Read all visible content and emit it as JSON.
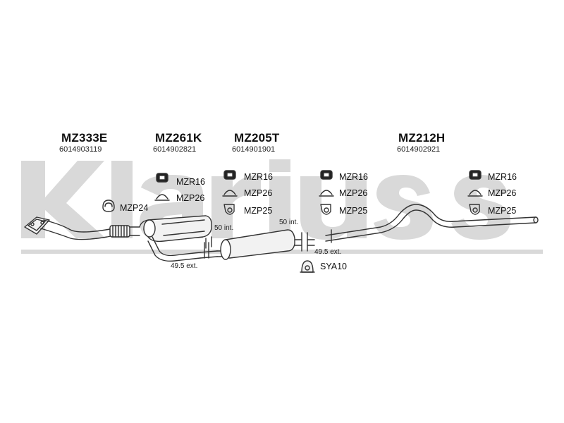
{
  "brand": "Klarius",
  "parts": [
    {
      "code": "MZ333E",
      "number": "6014903119"
    },
    {
      "code": "MZ261K",
      "number": "6014902821"
    },
    {
      "code": "MZ205T",
      "number": "6014901901"
    },
    {
      "code": "MZ212H",
      "number": "6014902921"
    }
  ],
  "accessories": {
    "g1": [
      "MZR16",
      "MZP26"
    ],
    "g2": [
      "MZR16",
      "MZP26",
      "MZP25"
    ],
    "g3": [
      "MZR16",
      "MZP26",
      "MZP25"
    ],
    "g4": [
      "MZR16",
      "MZP26",
      "MZP25"
    ],
    "front_clamp": "MZP24",
    "mount": "SYA10"
  },
  "notes": {
    "int1": "50 int.",
    "int2": "50 int.",
    "ext1": "49.5 ext.",
    "ext2": "49.5 ext."
  },
  "colors": {
    "watermark": "#d9d9d9",
    "line": "#333333",
    "pipe_fill": "#f2f2f2"
  }
}
